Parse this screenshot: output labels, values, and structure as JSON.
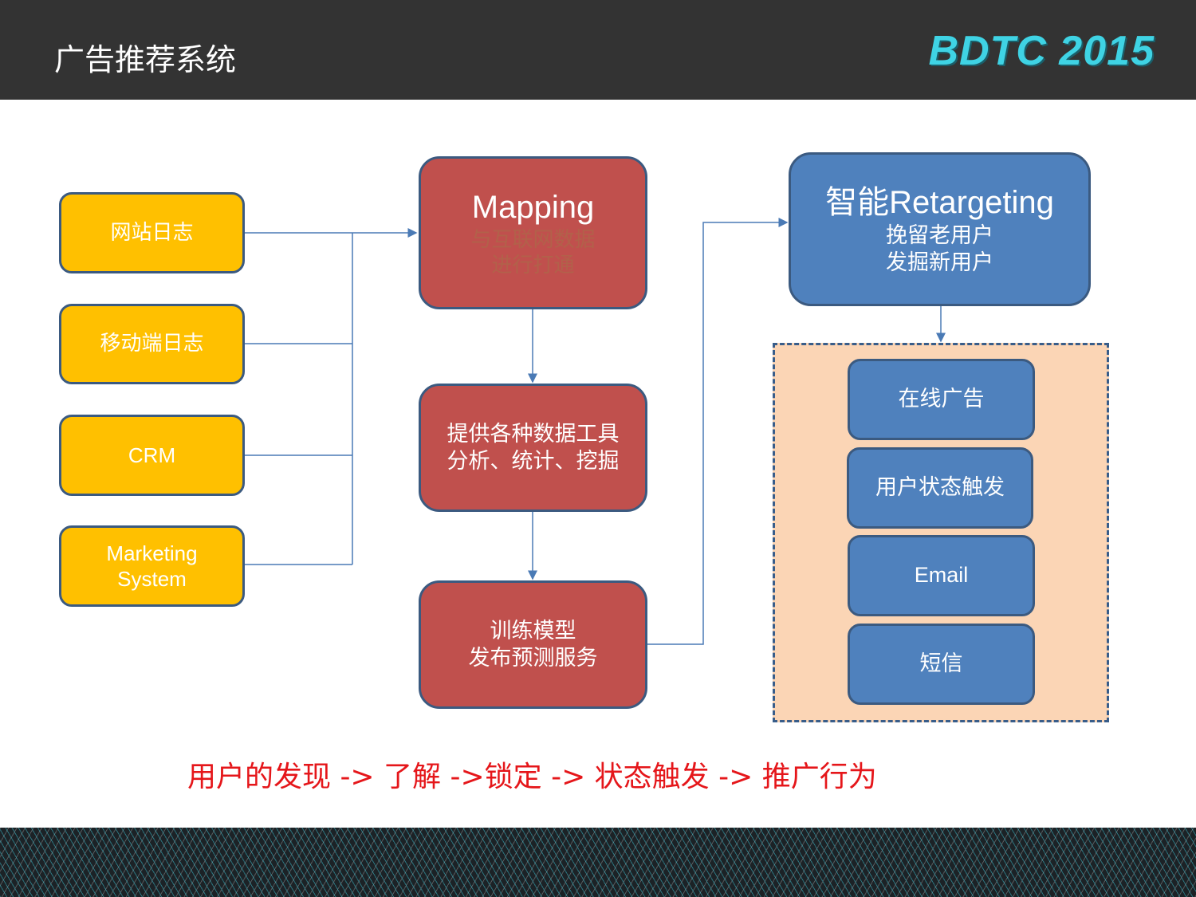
{
  "header": {
    "title": "广告推荐系统",
    "logo": "BDTC 2015"
  },
  "sources": [
    {
      "label": "网站日志"
    },
    {
      "label": "移动端日志"
    },
    {
      "label": "CRM"
    },
    {
      "label": "Marketing System"
    }
  ],
  "mapping": {
    "title": "Mapping",
    "subtitle_1": "与互联网数据",
    "subtitle_2": "进行打通"
  },
  "tools": {
    "line_1": "提供各种数据工具",
    "line_2": "分析、统计、挖掘"
  },
  "train": {
    "line_1": "训练模型",
    "line_2": "发布预测服务"
  },
  "retargeting": {
    "title": "智能Retargeting",
    "line_1": "挽留老用户",
    "line_2": "发掘新用户"
  },
  "channels": [
    {
      "label": "在线广告"
    },
    {
      "label": "用户状态触发"
    },
    {
      "label": "Email"
    },
    {
      "label": "短信"
    }
  ],
  "tagline": "用户的发现 -> 了解 ->锁定 -> 状态触发 -> 推广行为"
}
